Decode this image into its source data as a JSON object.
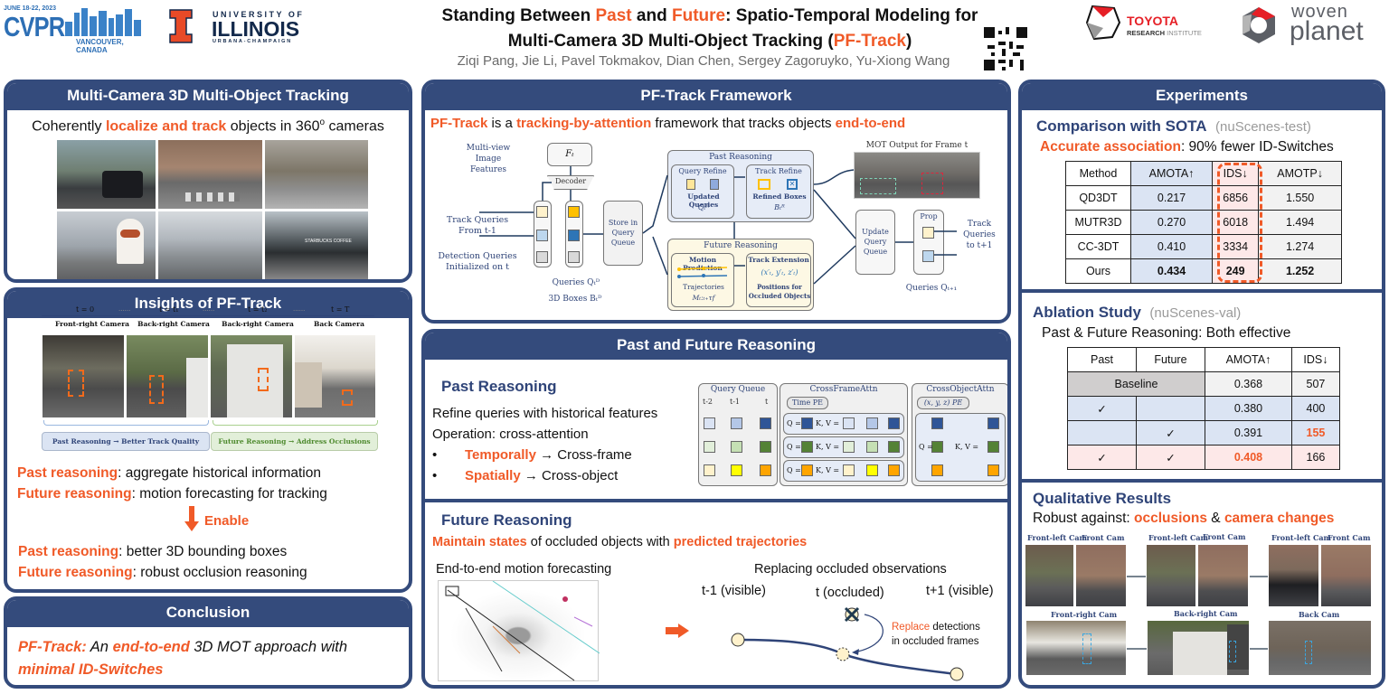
{
  "header": {
    "cvpr": {
      "dates": "JUNE 18-22, 2023",
      "name": "CVPR",
      "location": "VANCOUVER, CANADA"
    },
    "uiuc": {
      "line1": "UNIVERSITY OF",
      "line2": "ILLINOIS",
      "line3": "URBANA-CHAMPAIGN"
    },
    "title": {
      "p1": "Standing Between ",
      "p2": "Past",
      "p3": " and ",
      "p4": "Future",
      "p5": ": Spatio-Temporal Modeling for",
      "p6": "Multi-Camera 3D Multi-Object Tracking (",
      "p7": "PF-Track",
      "p8": ")"
    },
    "authors": "Ziqi Pang, Jie Li, Pavel Tokmakov, Dian Chen, Sergey Zagoruyko, Yu-Xiong Wang",
    "toyota": {
      "line1": "TOYOTA",
      "line2a": "RESEARCH",
      "line2b": " INSTITUTE"
    },
    "woven": {
      "line1": "woven",
      "line2": "planet"
    }
  },
  "mcmot": {
    "title": "Multi-Camera  3D Multi-Object  Tracking",
    "t1": "Coherently ",
    "t2": "localize and track",
    "t3": " objects in 360",
    "t4": "o",
    "t5": " cameras"
  },
  "insights": {
    "title": "Insights of PF-Track",
    "times": [
      "t = 0",
      "t = t₁",
      "t = t₂",
      "t = T"
    ],
    "dots": "......",
    "cams": [
      "Front-right Camera",
      "Back-right Camera",
      "Back-right Camera",
      "Back Camera"
    ],
    "past_box": "Past Reasoning → Better Track Quality",
    "future_box": "Future Reasoning → Address Occlusions",
    "l1a": "Past reasoning",
    "l1b": ": aggregate historical information",
    "l2a": "Future reasoning",
    "l2b": ": motion forecasting for tracking",
    "enable": "Enable",
    "l3a": "Past reasoning",
    "l3b": ": better 3D bounding boxes",
    "l4a": "Future reasoning",
    "l4b": ": robust occlusion reasoning"
  },
  "conclusion": {
    "title": "Conclusion",
    "c1": "PF-Track:",
    "c2": " An ",
    "c3": "end-to-end",
    "c4": "  3D MOT approach with",
    "c5": "minimal ID-Switches"
  },
  "framework": {
    "title": "PF-Track Framework",
    "s1": "PF-Track",
    "s2": " is a ",
    "s3": "tracking-by-attention",
    "s4": " framework that tracks objects ",
    "s5": "end-to-end",
    "multiview": "Multi-view\nImage\nFeatures",
    "ft": "Fₜ",
    "decoder": "Decoder",
    "track_q": "Track Queries\nFrom t-1",
    "det_q": "Detection Queries\nInitialized on t",
    "queries_qd": "Queries Qₜᴰ",
    "boxes_bd": "3D Boxes Bₜᴰ",
    "store": "Store in\nQuery\nQueue",
    "past_title": "Past Reasoning",
    "query_refine": "Query Refine",
    "updated_q": "Updated Queries",
    "qr": "Qₜᴿ",
    "track_refine": "Track Refine",
    "refined_boxes": "Refined Boxes",
    "br": "Bₜᴿ",
    "future_title": "Future Reasoning",
    "motion_pred": "Motion Prediction",
    "trajectories": "Trajectories",
    "m": "Mₜ:ₜ₊τf",
    "track_ext": "Track Extension",
    "xyz": "(x′ₜ, y′ₜ, z′ₜ)",
    "positions": "Positions for\nOccluded Objects",
    "mot_output": "MOT Output for Frame t",
    "update": "Update\nQuery\nQueue",
    "prop": "Prop",
    "track_next": "Track\nQueries\nto t+1",
    "queries_next": "Queries Qₜ₊₁"
  },
  "pfr": {
    "title": "Past and Future Reasoning",
    "past_sub": "Past Reasoning",
    "p1": "Refine queries with historical features",
    "p2": "Operation: cross-attention",
    "b1a": "Temporally",
    "b1b": " → Cross-frame",
    "b2a": "Spatially",
    "b2b": " → Cross-object",
    "bullet": "•",
    "qq": "Query Queue",
    "tm2": "t-2",
    "tm1": "t-1",
    "t": "t",
    "cfa": "CrossFrameAttn",
    "time_pe": "Time PE",
    "coa": "CrossObjectAttn",
    "xyz_pe": "(x, y, z) PE",
    "q_eq": "Q =",
    "kv_eq": "K, V =",
    "future_sub": "Future Reasoning",
    "f1a": "Maintain states",
    "f1b": " of occluded objects with ",
    "f1c": "predicted trajectories",
    "e2e": "End-to-end motion forecasting",
    "replacing": "Replacing occluded observations",
    "tm1v": "t-1 (visible)",
    "tocc": "t (occluded)",
    "tp1v": "t+1 (visible)",
    "replace_a": "Replace",
    "replace_b": " detections",
    "replace_c": "in occluded frames"
  },
  "experiments": {
    "title": "Experiments",
    "sota_title": "Comparison  with SOTA",
    "sota_set": "(nuScenes-test)",
    "sota_note_a": "Accurate association",
    "sota_note_b": ": 90% fewer ID-Switches",
    "sota_headers": [
      "Method",
      "AMOTA↑",
      "IDS↓",
      "AMOTP↓"
    ],
    "sota_rows": [
      [
        "QD3DT",
        "0.217",
        "6856",
        "1.550"
      ],
      [
        "MUTR3D",
        "0.270",
        "6018",
        "1.494"
      ],
      [
        "CC-3DT",
        "0.410",
        "3334",
        "1.274"
      ],
      [
        "Ours",
        "0.434",
        "249",
        "1.252"
      ]
    ],
    "abl_title": "Ablation Study",
    "abl_set": "(nuScenes-val)",
    "abl_note": "Past & Future Reasoning: Both effective",
    "abl_headers": [
      "Past",
      "Future",
      "AMOTA↑",
      "IDS↓"
    ],
    "abl_baseline": [
      "Baseline",
      "0.368",
      "507"
    ],
    "abl_rows": [
      [
        "✓",
        "",
        "0.380",
        "400"
      ],
      [
        "",
        "✓",
        "0.391",
        "155"
      ],
      [
        "✓",
        "✓",
        "0.408",
        "166"
      ]
    ],
    "qual_title": "Qualitative  Results",
    "qual_a": "Robust against:  ",
    "qual_b": "occlusions",
    "qual_c": " & ",
    "qual_d": "camera changes",
    "qual_cams_top": [
      "Front-left Cam",
      "Front Cam",
      "Front-left Cam",
      "Front Cam",
      "Front-left Cam",
      "Front Cam"
    ],
    "qual_cams_bottom": [
      "Front-right Cam",
      "Back-right Cam",
      "Back Cam"
    ]
  },
  "colors": {
    "navy": "#344b7c",
    "accent": "#f05a28",
    "uiuc_orange": "#e84a27",
    "uiuc_blue": "#13294b"
  }
}
